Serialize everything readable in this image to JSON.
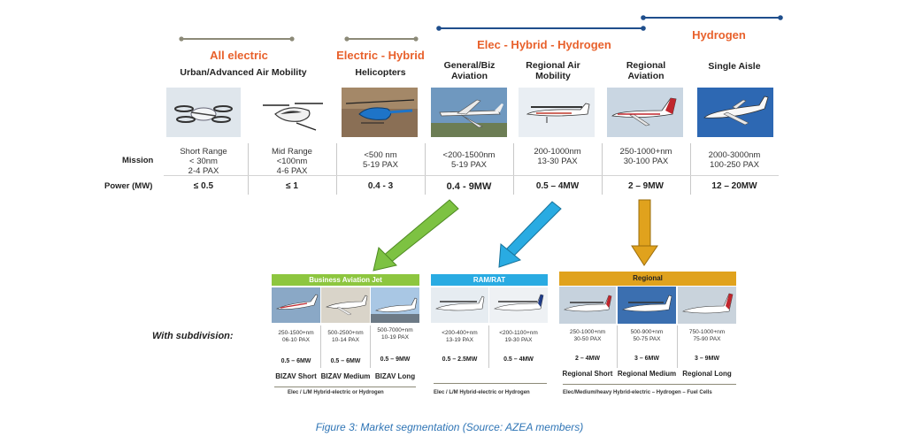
{
  "categories": [
    {
      "title": "All electric"
    },
    {
      "title": "Electric - Hybrid"
    },
    {
      "title": "Elec - Hybrid - Hydrogen"
    },
    {
      "title": "Hydrogen"
    }
  ],
  "segments": [
    {
      "name": "Urban/Advanced Air Mobility",
      "mission": [
        "Short Range",
        "< 30nm",
        "2-4 PAX"
      ],
      "power": "≤ 0.5",
      "thumb": "evtol-quad"
    },
    {
      "name": "",
      "mission": [
        "Mid Range",
        "<100nm",
        "4-6 PAX"
      ],
      "power": "≤ 1",
      "thumb": "evtol-multi"
    },
    {
      "name": "Helicopters",
      "mission": [
        "<500 nm",
        "5-19 PAX"
      ],
      "power": "0.4 - 3",
      "thumb": "helicopter"
    },
    {
      "name": "General/Biz Aviation",
      "mission": [
        "<200-1500nm",
        "5-19 PAX"
      ],
      "power": "0.4 - 9MW",
      "thumb": "biz-prop"
    },
    {
      "name": "Regional Air Mobility",
      "mission": [
        "200-1000nm",
        "13-30 PAX"
      ],
      "power": "0.5 – 4MW",
      "thumb": "small-turboprop"
    },
    {
      "name": "Regional Aviation",
      "mission": [
        "250-1000+nm",
        "30-100 PAX"
      ],
      "power": "2 – 9MW",
      "thumb": "regional-jet"
    },
    {
      "name": "Single Aisle",
      "mission": [
        "2000-3000nm",
        "100-250 PAX"
      ],
      "power": "12 – 20MW",
      "thumb": "single-aisle"
    }
  ],
  "row_labels": {
    "mission": "Mission",
    "power": "Power (MW)",
    "subdivision": "With subdivision:"
  },
  "subgroups": [
    {
      "title": "Business Aviation Jet",
      "color": "#8dc63f",
      "footer": "Elec / L/M Hybrid-electric or Hydrogen",
      "items": [
        {
          "range": [
            "250-1500+nm",
            "06-10 PAX"
          ],
          "power": "0.5 – 6MW",
          "name": "BIZAV Short"
        },
        {
          "range": [
            "500-2500+nm",
            "10-14 PAX"
          ],
          "power": "0.5 – 6MW",
          "name": "BIZAV Medium"
        },
        {
          "range": [
            "500-7000+nm",
            "10-19 PAX"
          ],
          "power": "0.5 – 9MW",
          "name": "BIZAV Long"
        }
      ]
    },
    {
      "title": "RAM/RAT",
      "color": "#29abe2",
      "footer": "Elec / L/M Hybrid-electric or Hydrogen",
      "items": [
        {
          "range": [
            "<200-400+nm",
            "13-19 PAX"
          ],
          "power": "0.5 – 2.5MW",
          "name": ""
        },
        {
          "range": [
            "<200-1100+nm",
            "19-30 PAX"
          ],
          "power": "0.5 – 4MW",
          "name": ""
        }
      ]
    },
    {
      "title": "Regional",
      "color": "#e0a21d",
      "footer": "Elec/Medium/heavy Hybrid-electric – Hydrogen – Fuel Cells",
      "items": [
        {
          "range": [
            "250-1000+nm",
            "30-50 PAX"
          ],
          "power": "2 – 4MW",
          "name": "Regional Short"
        },
        {
          "range": [
            "500-900+nm",
            "50-75 PAX"
          ],
          "power": "3 – 6MW",
          "name": "Regional Medium"
        },
        {
          "range": [
            "750-1000+nm",
            "75-90 PAX"
          ],
          "power": "3 – 9MW",
          "name": "Regional Long"
        }
      ]
    }
  ],
  "arrow_colors": {
    "green": "#7dc242",
    "blue": "#29abe2",
    "orange": "#e0a21d"
  },
  "accent_orange": "#e8612c",
  "timeline_blue": "#1f4e8c",
  "timeline_gray": "#8c8a78",
  "caption": "Figure 3: Market segmentation (Source: AZEA members)"
}
